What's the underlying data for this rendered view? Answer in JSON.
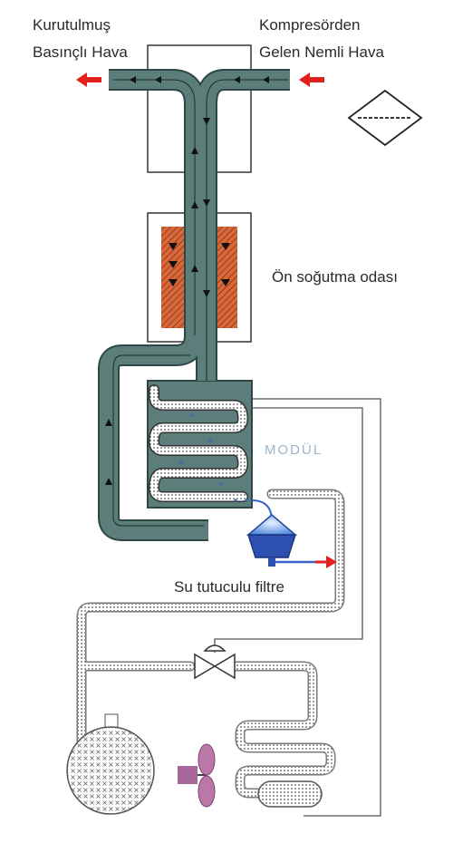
{
  "labels": {
    "outlet_line1": "Kurutulmuş",
    "outlet_line2": "Basınçlı Hava",
    "inlet_line1": "Kompresörden",
    "inlet_line2": "Gelen Nemli Hava",
    "precooler": "Ön soğutma odası",
    "brand": "MODÜL",
    "filter": "Su tutuculu filtre"
  },
  "colors": {
    "air_pipe": "#5c7e7b",
    "air_pipe_dark": "#2e4644",
    "arrow_red": "#e0211d",
    "precooler_fill": "#d9683a",
    "brand": "#9fb3c8",
    "refrigerant_line": "#cfcfcf",
    "trap_blue": "#3c63c9",
    "fan_purple": "#a8679a"
  },
  "icons": [
    "dryer-symbol-icon",
    "expansion-valve-icon",
    "fan-icon",
    "water-trap-icon",
    "compressor-icon",
    "receiver-tank-icon"
  ]
}
